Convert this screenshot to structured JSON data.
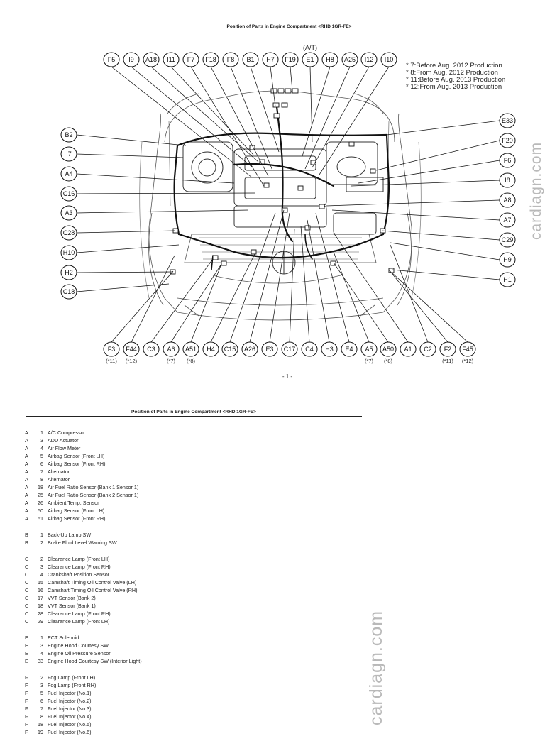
{
  "page1": {
    "title": "Position of Parts in Engine Compartment <RHD 1GR-FE>",
    "at_label": "(A/T)",
    "page_number": "- 1 -",
    "notes": [
      "* 7:Before Aug. 2012 Production",
      "* 8:From Aug. 2012 Production",
      "* 11:Before Aug. 2013 Production",
      "* 12:From Aug. 2013 Production"
    ],
    "top_labels": [
      "F5",
      "I9",
      "A18",
      "I11",
      "F7",
      "F18",
      "F8",
      "B1",
      "H7",
      "F19",
      "E1",
      "H8",
      "A25",
      "I12",
      "I10"
    ],
    "left_labels": [
      "B2",
      "I7",
      "A4",
      "C16",
      "A3",
      "C28",
      "H10",
      "H2",
      "C18"
    ],
    "right_labels": [
      "E33",
      "F20",
      "F6",
      "I8",
      "A8",
      "A7",
      "C29",
      "H9",
      "H1"
    ],
    "bottom_labels": [
      "F3",
      "F44",
      "C3",
      "A6",
      "A51",
      "H4",
      "C15",
      "A26",
      "E3",
      "C17",
      "C4",
      "H3",
      "E4",
      "A5",
      "A50",
      "A1",
      "C2",
      "F2",
      "F45"
    ],
    "bottom_sublabels": [
      "(*11)",
      "(*12)",
      "",
      "(*7)",
      "(*8)",
      "",
      "",
      "",
      "",
      "",
      "",
      "",
      "",
      "(*7)",
      "(*8)",
      "",
      "",
      "(*11)",
      "(*12)"
    ]
  },
  "page2": {
    "title": "Position of Parts in Engine Compartment <RHD 1GR-FE>",
    "parts": [
      {
        "letter": "A",
        "num": "1",
        "name": "A/C Compressor"
      },
      {
        "letter": "A",
        "num": "3",
        "name": "ADD Actuator"
      },
      {
        "letter": "A",
        "num": "4",
        "name": "Air Flow Meter"
      },
      {
        "letter": "A",
        "num": "5",
        "name": "Airbag Sensor (Front LH)"
      },
      {
        "letter": "A",
        "num": "6",
        "name": "Airbag Sensor (Front RH)"
      },
      {
        "letter": "A",
        "num": "7",
        "name": "Alternator"
      },
      {
        "letter": "A",
        "num": "8",
        "name": "Alternator"
      },
      {
        "letter": "A",
        "num": "18",
        "name": "Air Fuel Ratio Sensor (Bank 1 Sensor 1)"
      },
      {
        "letter": "A",
        "num": "25",
        "name": "Air Fuel Ratio Sensor (Bank 2 Sensor 1)"
      },
      {
        "letter": "A",
        "num": "26",
        "name": "Ambient Temp. Sensor"
      },
      {
        "letter": "A",
        "num": "50",
        "name": "Airbag Sensor (Front LH)"
      },
      {
        "letter": "A",
        "num": "51",
        "name": "Airbag Sensor (Front RH)"
      },
      {
        "letter": "B",
        "num": "1",
        "name": "Back-Up Lamp SW",
        "gap": true
      },
      {
        "letter": "B",
        "num": "2",
        "name": "Brake Fluid Level Warning SW"
      },
      {
        "letter": "C",
        "num": "2",
        "name": "Clearance Lamp (Front LH)",
        "gap": true
      },
      {
        "letter": "C",
        "num": "3",
        "name": "Clearance Lamp (Front RH)"
      },
      {
        "letter": "C",
        "num": "4",
        "name": "Crankshaft Position Sensor"
      },
      {
        "letter": "C",
        "num": "15",
        "name": "Camshaft Timing Oil Control Valve (LH)"
      },
      {
        "letter": "C",
        "num": "16",
        "name": "Camshaft Timing Oil Control Valve (RH)"
      },
      {
        "letter": "C",
        "num": "17",
        "name": "VVT Sensor (Bank 2)"
      },
      {
        "letter": "C",
        "num": "18",
        "name": "VVT Sensor (Bank 1)"
      },
      {
        "letter": "C",
        "num": "28",
        "name": "Clearance Lamp (Front RH)"
      },
      {
        "letter": "C",
        "num": "29",
        "name": "Clearance Lamp (Front LH)"
      },
      {
        "letter": "E",
        "num": "1",
        "name": "ECT Solenoid",
        "gap": true
      },
      {
        "letter": "E",
        "num": "3",
        "name": "Engine Hood Courtesy SW"
      },
      {
        "letter": "E",
        "num": "4",
        "name": "Engine Oil Pressure Sensor"
      },
      {
        "letter": "E",
        "num": "33",
        "name": "Engine Hood Courtesy SW (Interior Light)"
      },
      {
        "letter": "F",
        "num": "2",
        "name": "Fog Lamp (Front LH)",
        "gap": true
      },
      {
        "letter": "F",
        "num": "3",
        "name": "Fog Lamp (Front RH)"
      },
      {
        "letter": "F",
        "num": "5",
        "name": "Fuel Injector (No.1)"
      },
      {
        "letter": "F",
        "num": "6",
        "name": "Fuel Injector (No.2)"
      },
      {
        "letter": "F",
        "num": "7",
        "name": "Fuel Injector (No.3)"
      },
      {
        "letter": "F",
        "num": "8",
        "name": "Fuel Injector (No.4)"
      },
      {
        "letter": "F",
        "num": "18",
        "name": "Fuel Injector (No.5)"
      },
      {
        "letter": "F",
        "num": "19",
        "name": "Fuel Injector (No.6)"
      }
    ]
  },
  "watermark": "cardiagn.com"
}
